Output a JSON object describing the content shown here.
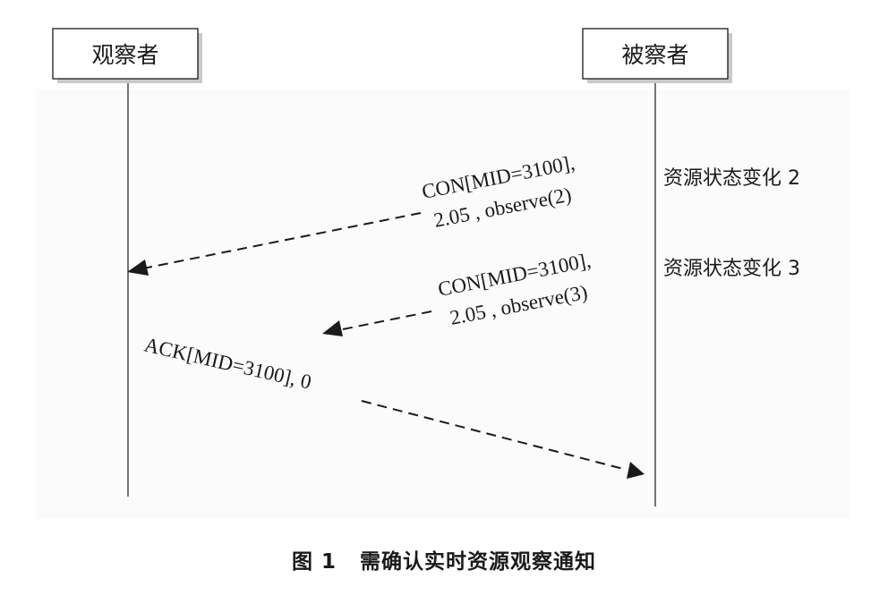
{
  "actors": {
    "observer": {
      "label": "观察者"
    },
    "observed": {
      "label": "被察者"
    }
  },
  "notes": [
    {
      "text": "资源状态变化 2"
    },
    {
      "text": "资源状态变化 3"
    }
  ],
  "messages": [
    {
      "line1": "CON[MID=3100],",
      "line2": "2.05 , observe(2)"
    },
    {
      "line1": "CON[MID=3100],",
      "line2": "2.05 , observe(3)"
    },
    {
      "line1": "ACK[MID=3100], 0"
    }
  ],
  "caption": {
    "figure_number": "图 1",
    "title": "需确认实时资源观察通知"
  }
}
